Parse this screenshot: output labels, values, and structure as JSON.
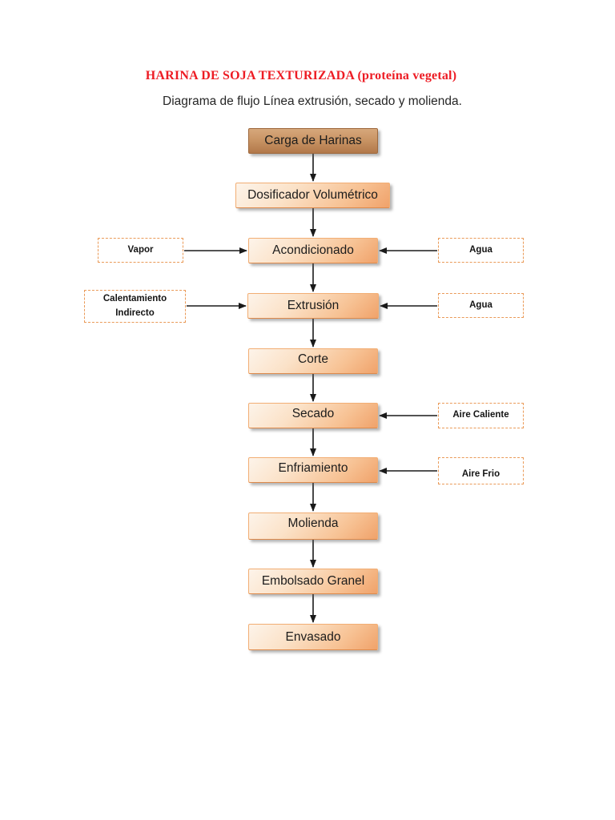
{
  "doc": {
    "title": "HARINA DE SOJA TEXTURIZADA (proteína vegetal)",
    "subtitle": "Diagrama de flujo Línea extrusión, secado y molienda.",
    "title_color": "#ed1c24"
  },
  "colors": {
    "box_gradient_top": "#fdf4ea",
    "box_gradient_bottom": "#f0a26a",
    "box_dark_top": "#d6a77b",
    "box_dark_bottom": "#b2784a",
    "dashed_border": "#ea9a58",
    "arrow": "#1a1a1a",
    "page_background": "#ffffff"
  },
  "flow": {
    "nodes": [
      {
        "id": "carga-de-harinas",
        "label": "Carga de Harinas"
      },
      {
        "id": "dosificador-volumetrico",
        "label": "Dosificador Volumétrico"
      },
      {
        "id": "acondicionado",
        "label": "Acondicionado"
      },
      {
        "id": "extrusion",
        "label": "Extrusión"
      },
      {
        "id": "corte",
        "label": "Corte"
      },
      {
        "id": "secado",
        "label": "Secado"
      },
      {
        "id": "enfriamiento",
        "label": "Enfriamiento"
      },
      {
        "id": "molienda",
        "label": "Molienda"
      },
      {
        "id": "embolsado-granel",
        "label": "Embolsado Granel"
      },
      {
        "id": "envasado",
        "label": "Envasado"
      }
    ],
    "inputs": [
      {
        "id": "vapor",
        "label": "Vapor",
        "target": "Acondicionado",
        "side": "left"
      },
      {
        "id": "agua-1",
        "label": "Agua",
        "target": "Acondicionado",
        "side": "right"
      },
      {
        "id": "calentamiento-indirecto",
        "label": "Calentamiento Indirecto",
        "target": "Extrusión",
        "side": "left"
      },
      {
        "id": "agua-2",
        "label": "Agua",
        "target": "Extrusión",
        "side": "right"
      },
      {
        "id": "aire-caliente",
        "label": "Aire Caliente",
        "target": "Secado",
        "side": "right"
      },
      {
        "id": "aire-frio",
        "label": "Aire Frio",
        "target": "Enfriamiento",
        "side": "right"
      }
    ]
  }
}
